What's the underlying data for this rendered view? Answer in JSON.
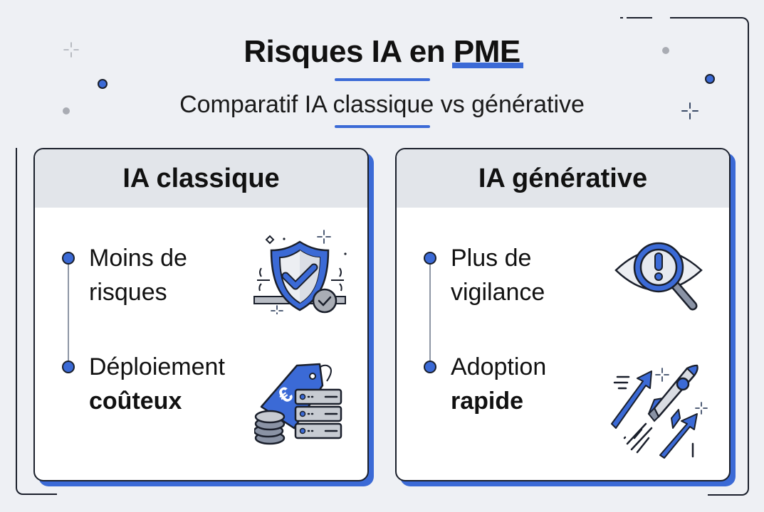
{
  "header": {
    "title_prefix": "Risques IA en ",
    "title_highlight": "PME",
    "subtitle": "Comparatif IA classique vs générative"
  },
  "colors": {
    "accent": "#3b6ad6",
    "background": "#eef0f4",
    "card_header": "#e2e5ea",
    "outline": "#1a1f2b",
    "timeline": "#8e96a5"
  },
  "cards": [
    {
      "title": "IA classique",
      "items": [
        {
          "line1": "Moins de",
          "line2": "risques",
          "line2_bold": false,
          "icon": "shield-check-icon"
        },
        {
          "line1": "Déploiement",
          "line2": "coûteux",
          "line2_bold": true,
          "icon": "price-tag-servers-coins-icon"
        }
      ]
    },
    {
      "title": "IA générative",
      "items": [
        {
          "line1": "Plus de",
          "line2": "vigilance",
          "line2_bold": false,
          "icon": "eye-magnifier-alert-icon"
        },
        {
          "line1": "Adoption",
          "line2": "rapide",
          "line2_bold": true,
          "icon": "rocket-arrows-icon"
        }
      ]
    }
  ]
}
